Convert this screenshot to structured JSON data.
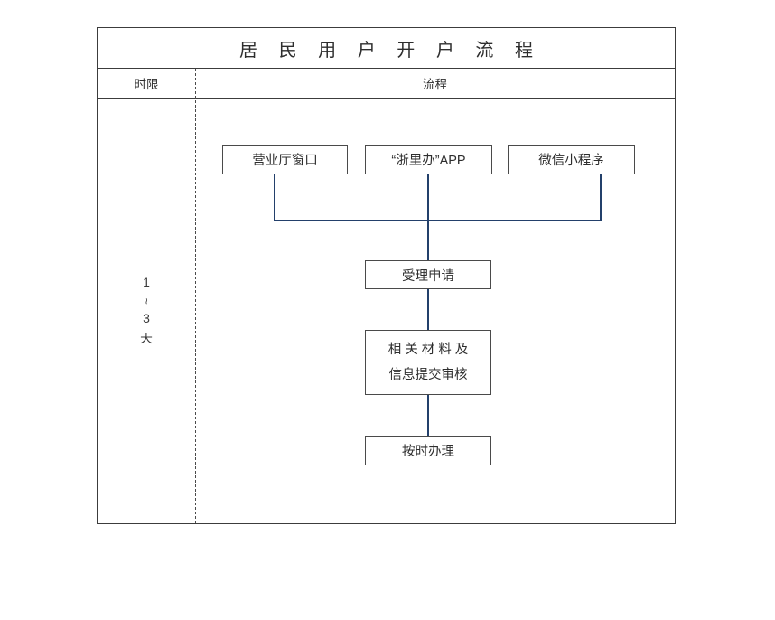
{
  "table": {
    "title": "居 民 用 户 开 户 流 程",
    "headers": {
      "limit": "时限",
      "flow": "流程"
    }
  },
  "duration": {
    "value_1": "1",
    "tilde": "~",
    "value_2": "3",
    "unit": "天",
    "plain": "1~3天"
  },
  "flow": {
    "channels": [
      {
        "label": "营业厅窗口"
      },
      {
        "label": "“浙里办”APP"
      },
      {
        "label": "微信小程序"
      }
    ],
    "steps": [
      {
        "label": "受理申请"
      },
      {
        "line1": "相关材料及",
        "line2": "信息提交审核"
      },
      {
        "label": "按时办理"
      }
    ]
  },
  "colors": {
    "connector": "#23406b",
    "border": "#3c3c3c",
    "node_border": "#4a4a4a",
    "text": "#2e2e2e",
    "background": "#ffffff"
  }
}
